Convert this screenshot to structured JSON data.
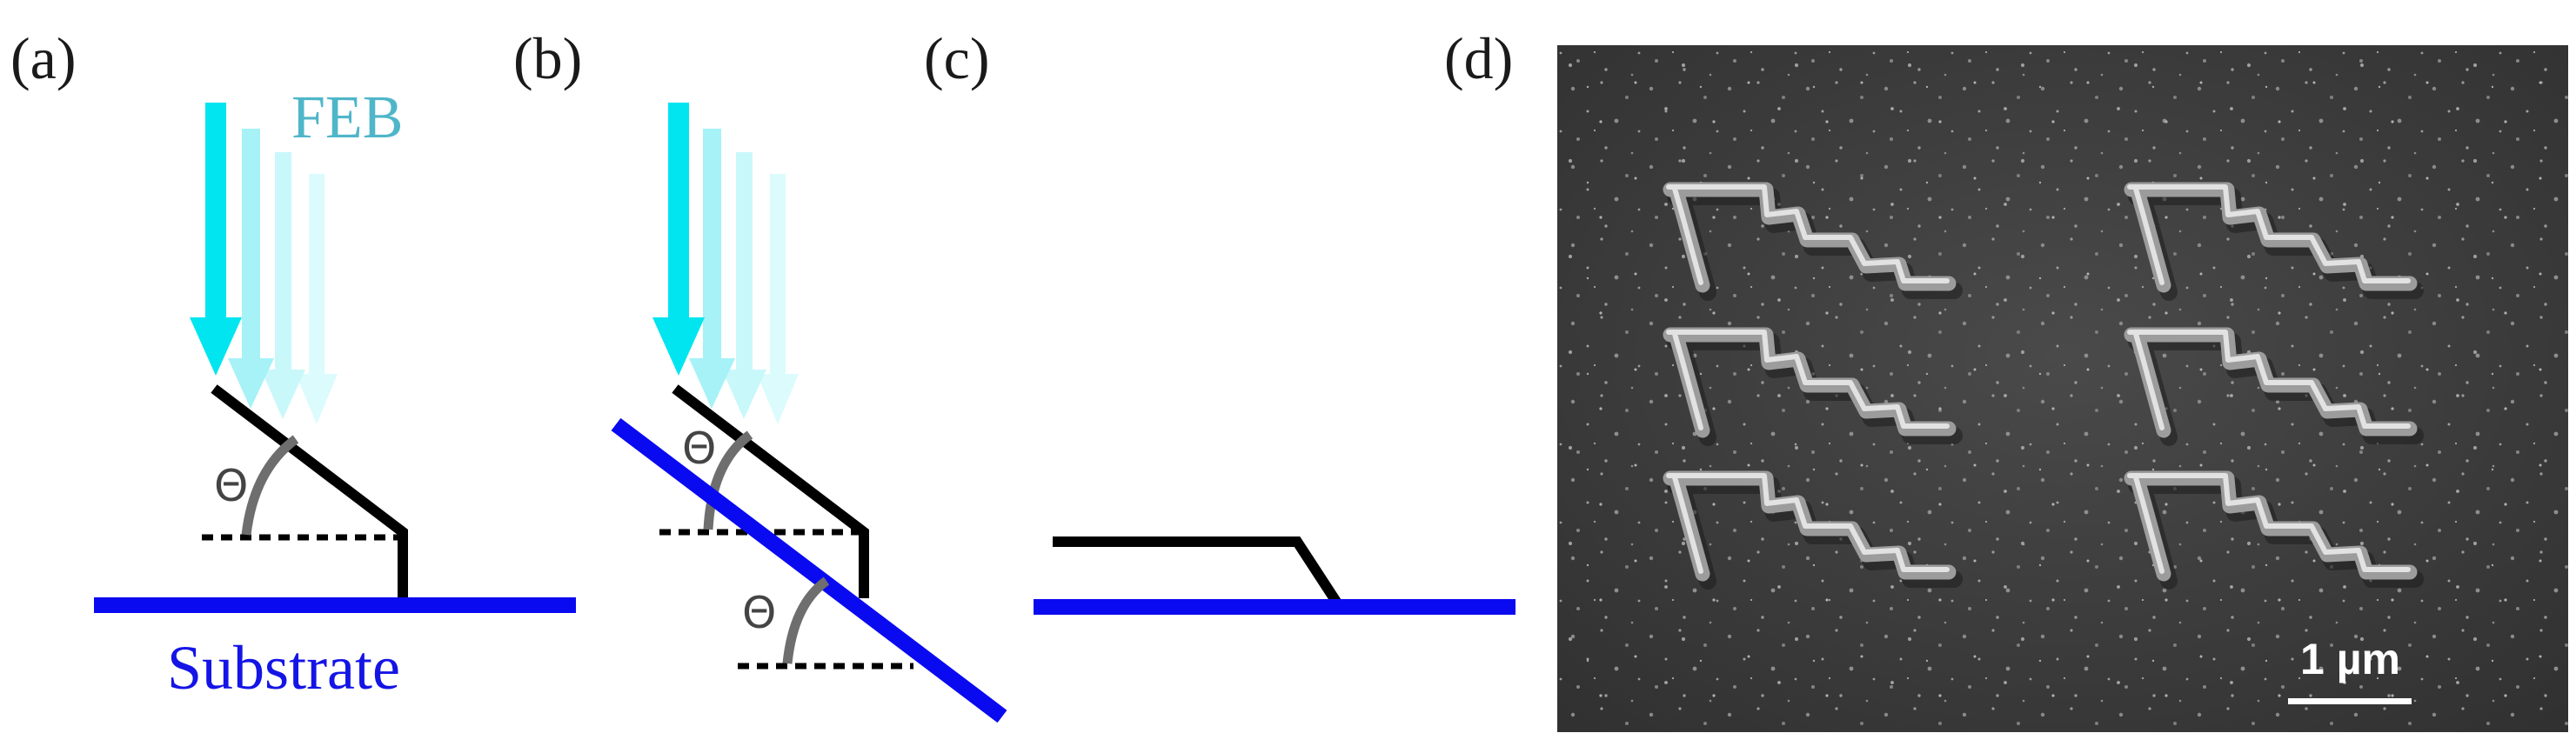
{
  "panels": {
    "a": {
      "label": "(a)",
      "beam_label": "FEB",
      "substrate_label": "Substrate",
      "angle_symbol": "Θ"
    },
    "b": {
      "label": "(b)",
      "angle_symbol_upper": "Θ",
      "angle_symbol_lower": "Θ"
    },
    "c": {
      "label": "(c)"
    },
    "d": {
      "label": "(d)",
      "scale_bar_label": "1 µm"
    }
  },
  "colors": {
    "beam_solid": "#00e5ef",
    "beam_faded": "#bff6fa",
    "feb_text": "#4fb6c9",
    "substrate": "#0a0af0",
    "structure": "#000000",
    "sem_background": "#3c3c3c"
  }
}
